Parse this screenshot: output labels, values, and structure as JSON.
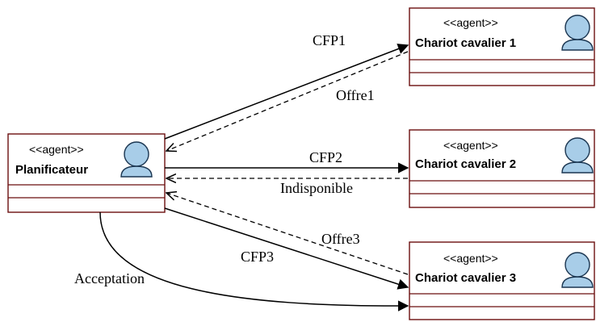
{
  "agents": {
    "planificateur": {
      "stereotype": "<<agent>>",
      "name": "Planificateur"
    },
    "chariot1": {
      "stereotype": "<<agent>>",
      "name": "Chariot cavalier 1"
    },
    "chariot2": {
      "stereotype": "<<agent>>",
      "name": "Chariot cavalier 2"
    },
    "chariot3": {
      "stereotype": "<<agent>>",
      "name": "Chariot cavalier 3"
    }
  },
  "messages": {
    "cfp1": "CFP1",
    "offre1": "Offre1",
    "cfp2": "CFP2",
    "indisponible": "Indisponible",
    "offre3": "Offre3",
    "cfp3": "CFP3",
    "acceptation": "Acceptation"
  },
  "icons": {
    "agent": "agent-actor-icon"
  }
}
